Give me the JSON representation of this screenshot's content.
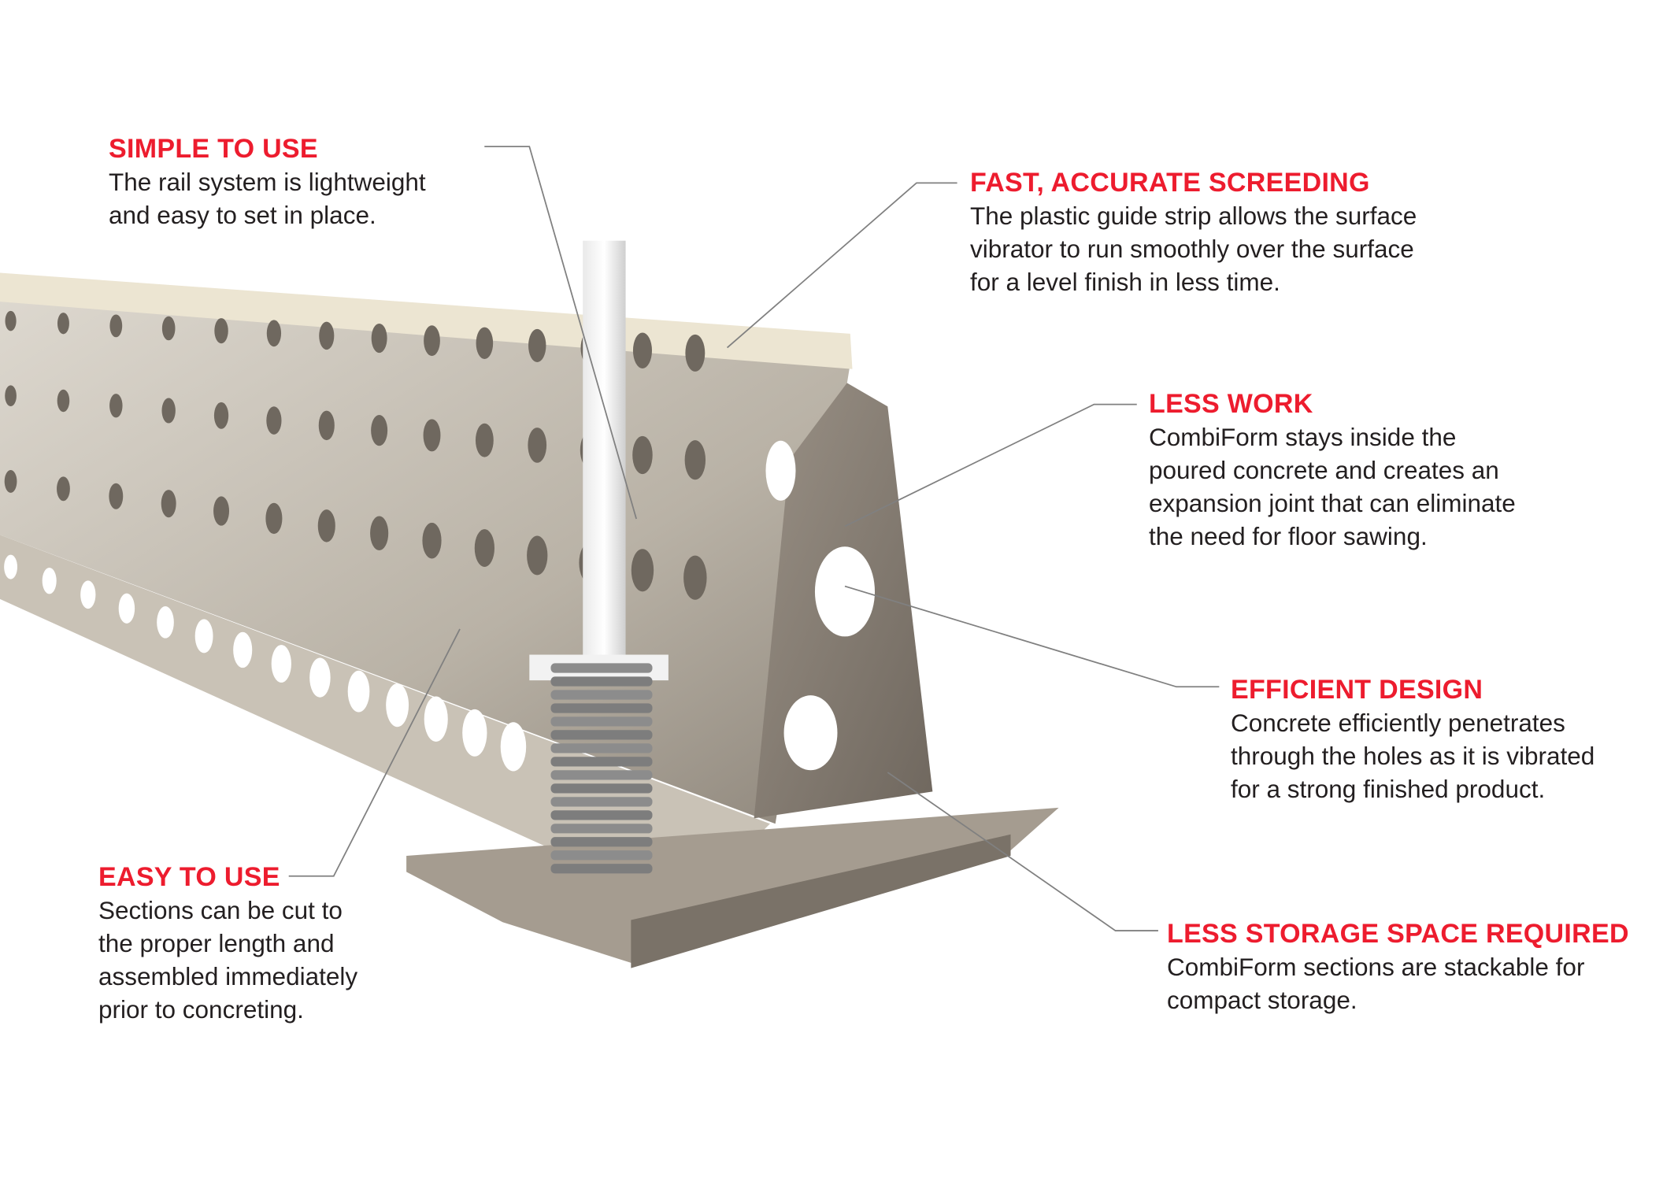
{
  "accent_color": "#ed1c2e",
  "callouts": [
    {
      "id": "simple",
      "title": "SIMPLE TO USE",
      "lines": [
        "The rail system is lightweight",
        "and easy to set in place."
      ]
    },
    {
      "id": "fast",
      "title": "FAST, ACCURATE SCREEDING",
      "lines": [
        "The plastic guide strip allows the surface",
        "vibrator to run smoothly over the surface",
        "for a level finish in less time."
      ]
    },
    {
      "id": "less-work",
      "title": "LESS WORK",
      "lines": [
        "CombiForm stays inside the",
        "poured concrete and creates an",
        "expansion joint that can eliminate",
        "the need for floor sawing."
      ]
    },
    {
      "id": "efficient",
      "title": "EFFICIENT DESIGN",
      "lines": [
        "Concrete efficiently penetrates",
        "through the holes as it is vibrated",
        "for a strong finished product."
      ]
    },
    {
      "id": "easy",
      "title": "EASY TO USE",
      "lines": [
        "Sections can be cut to",
        "the proper length and",
        "assembled immediately",
        "prior to concreting."
      ]
    },
    {
      "id": "storage",
      "title": "LESS STORAGE SPACE REQUIRED",
      "lines": [
        "CombiForm sections are stackable for",
        "compact storage."
      ]
    }
  ]
}
